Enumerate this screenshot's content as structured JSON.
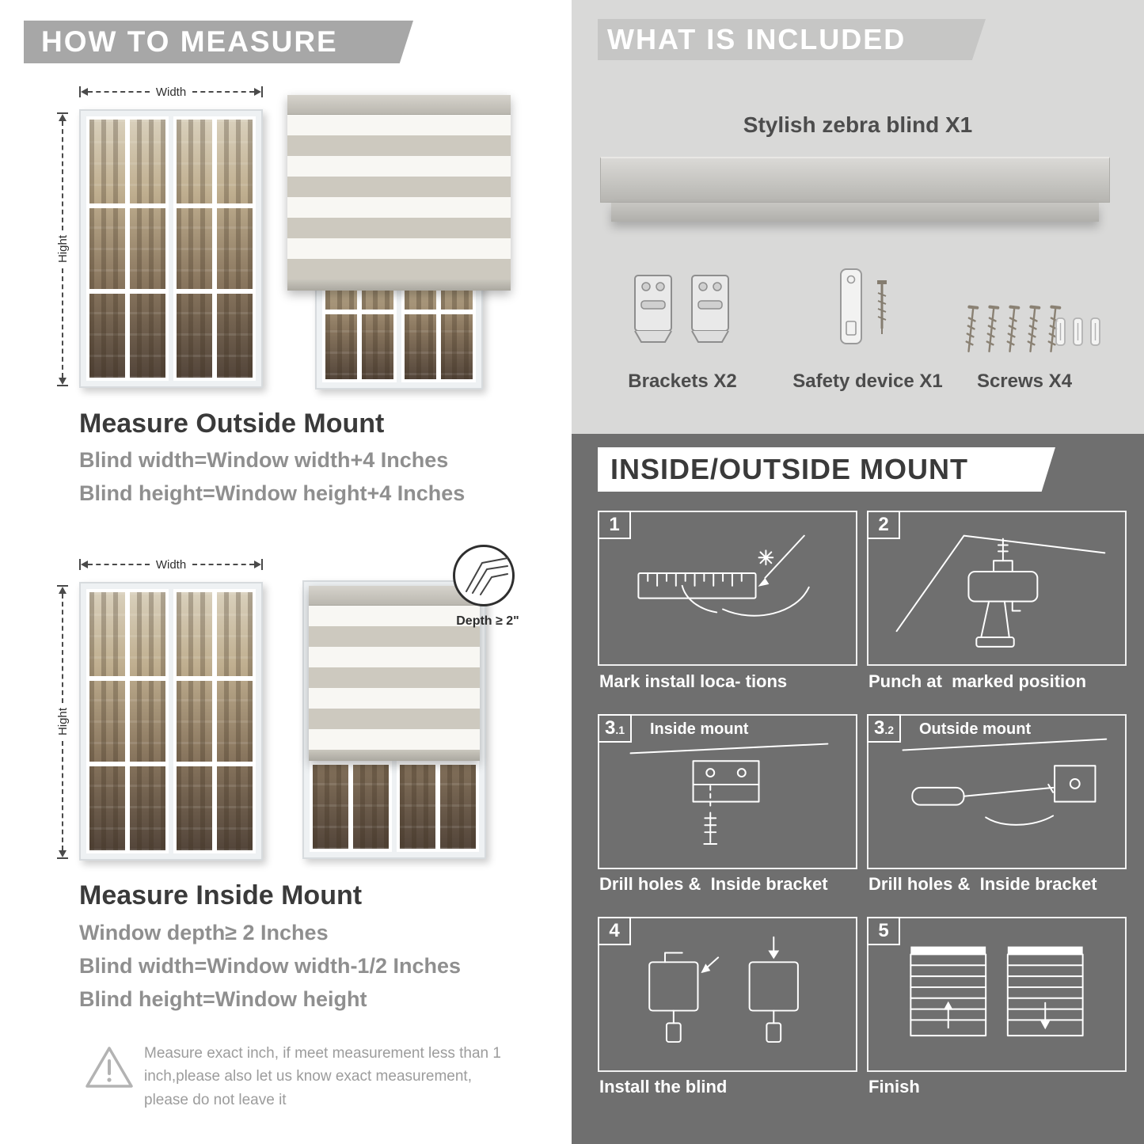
{
  "palette": {
    "light_gray_bg": "#d9d9d8",
    "dark_gray_bg": "#6f6f6f",
    "left_banner_gray": "#a7a7a7",
    "right_banner_gray": "#c6c6c5",
    "formula_text_gray": "#8f8f8f",
    "title_text_dark": "#3a3a3a"
  },
  "left": {
    "header": "HOW TO MEASURE",
    "outside_mount": {
      "width_label": "Width",
      "height_label": "Hight",
      "title": "Measure Outside Mount",
      "formula1": "Blind width=Window width+4 Inches",
      "formula2": "Blind height=Window height+4 Inches"
    },
    "inside_mount": {
      "width_label": "Width",
      "height_label": "Hight",
      "depth_callout": "Depth ≥ 2\"",
      "title": "Measure Inside Mount",
      "formula1": "Window depth≥ 2 Inches",
      "formula2": "Blind width=Window width-1/2 Inches",
      "formula3": "Blind height=Window height"
    },
    "warning_text": "Measure exact inch, if meet measurement less than 1 inch,please also let us know exact measurement, please do not leave it"
  },
  "right": {
    "included": {
      "header": "WHAT IS INCLUDED",
      "blind_label": "Stylish zebra blind X1",
      "brackets_label": "Brackets X2",
      "safety_label": "Safety device X1",
      "screws_label": "Screws X4"
    },
    "mount": {
      "header": "INSIDE/OUTSIDE MOUNT",
      "steps": [
        {
          "num": "1",
          "sub": "",
          "label": "",
          "caption": "Mark install loca- tions"
        },
        {
          "num": "2",
          "sub": "",
          "label": "",
          "caption": "Punch at  marked position"
        },
        {
          "num": "3",
          "sub": ".1",
          "label": "Inside mount",
          "caption": "Drill holes &  Inside bracket"
        },
        {
          "num": "3",
          "sub": ".2",
          "label": "Outside mount",
          "caption": "Drill holes &  Inside bracket"
        },
        {
          "num": "4",
          "sub": "",
          "label": "",
          "caption": "Install the blind"
        },
        {
          "num": "5",
          "sub": "",
          "label": "",
          "caption": "Finish"
        }
      ]
    }
  }
}
